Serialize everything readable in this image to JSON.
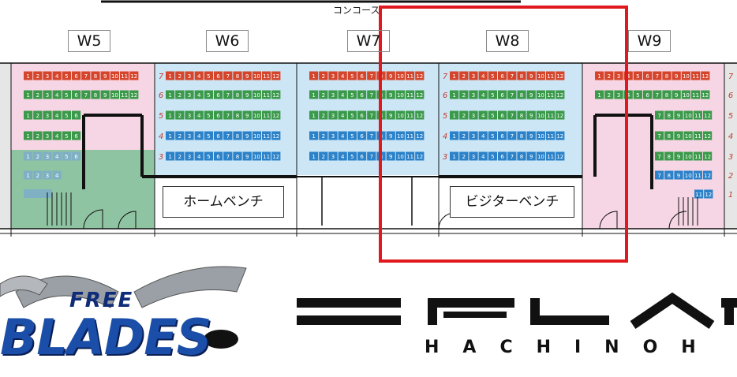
{
  "concourse_label": "コンコース",
  "sections": [
    {
      "id": "W5",
      "label": "W5",
      "color": "#f6d6e4"
    },
    {
      "id": "W6",
      "label": "W6",
      "color": "#cde6f6"
    },
    {
      "id": "W7",
      "label": "W7",
      "color": "#cde6f6"
    },
    {
      "id": "W8",
      "label": "W8",
      "color": "#cde6f6"
    },
    {
      "id": "W9",
      "label": "W9",
      "color": "#f6d6e4"
    }
  ],
  "home_bench": "ホームベンチ",
  "visitor_bench": "ビジターベンチ",
  "row_numbers": [
    "7",
    "6",
    "5",
    "4",
    "3"
  ],
  "seat_numbers": [
    "1",
    "2",
    "3",
    "4",
    "5",
    "6",
    "7",
    "8",
    "9",
    "10",
    "11",
    "12"
  ],
  "row_colors": {
    "7": "#d5452b",
    "6": "#3a9a4a",
    "5": "#3a9a4a",
    "4": "#2b82c9",
    "3": "#2b82c9"
  },
  "w9_row_labels": [
    "7",
    "6",
    "5",
    "4",
    "3",
    "2",
    "1"
  ],
  "brand": {
    "team_top": "FREE",
    "team_main": "BLADES",
    "venue_sub": "HACHINOH"
  },
  "highlight_color": "#e0191f"
}
